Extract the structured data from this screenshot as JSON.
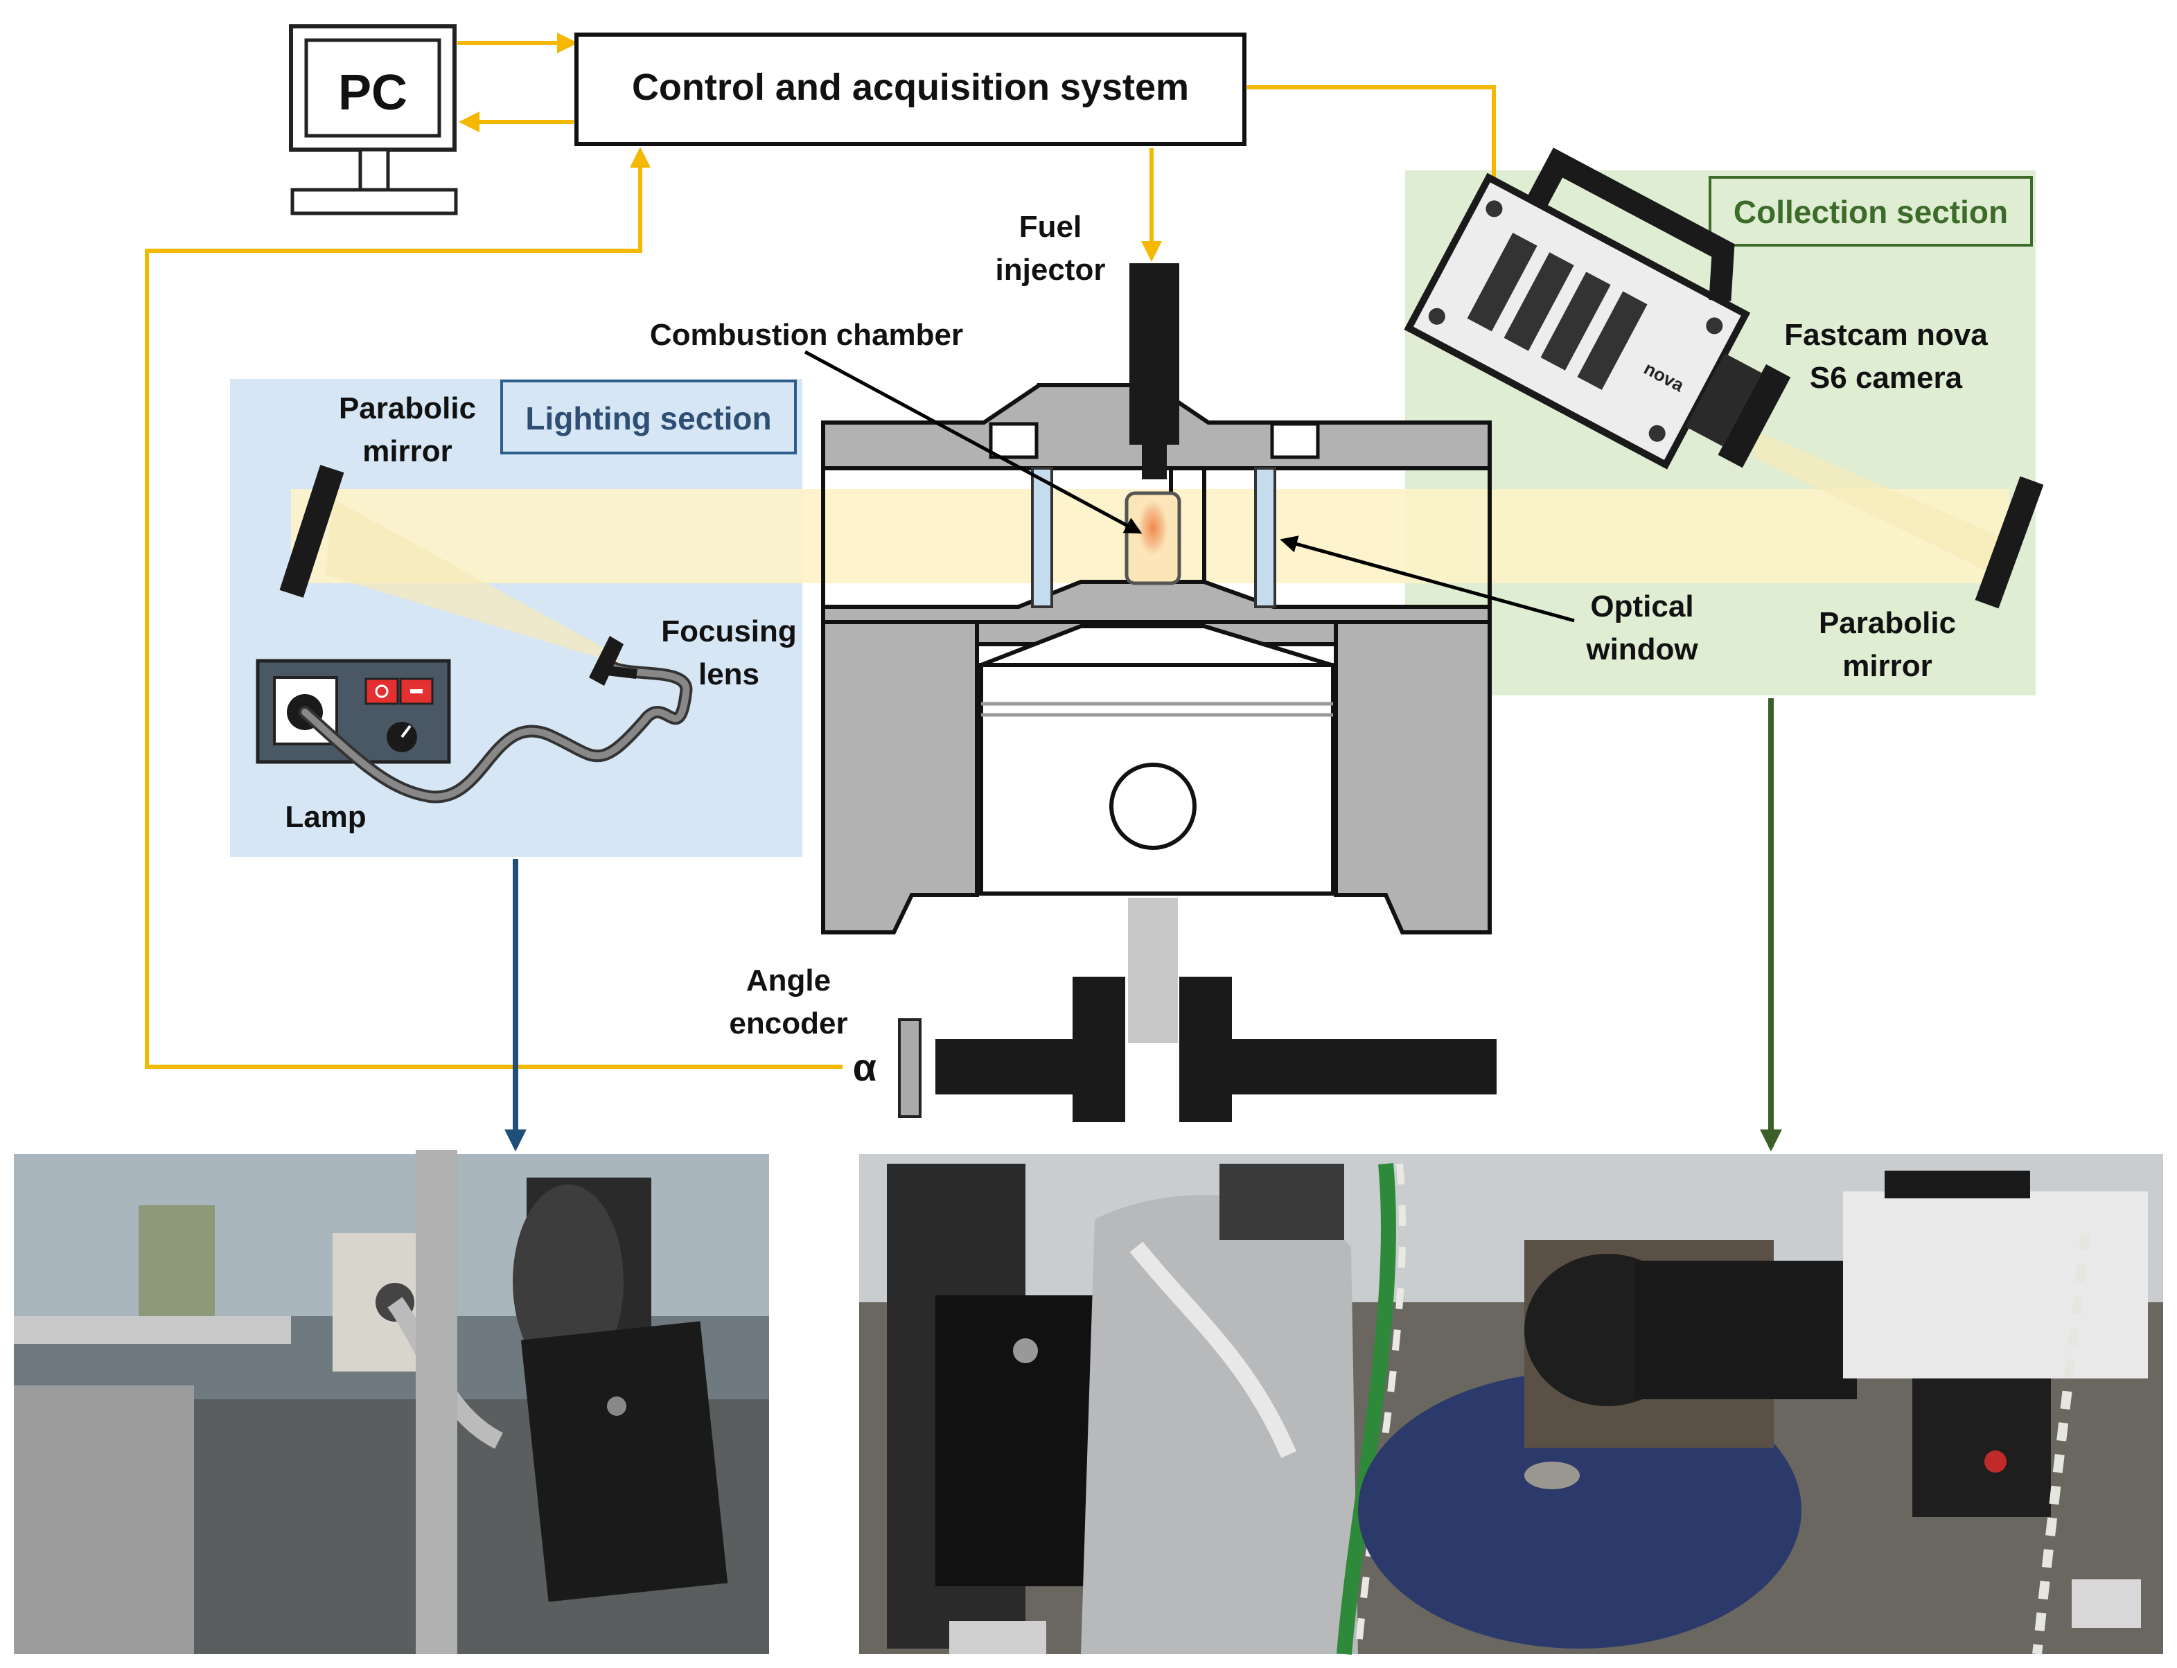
{
  "pc": {
    "label": "PC"
  },
  "control": {
    "label": "Control and acquisition system"
  },
  "sections": {
    "lighting": "Lighting section",
    "collection": "Collection section"
  },
  "labels": {
    "fuel_injector_1": "Fuel",
    "fuel_injector_2": "injector",
    "combustion_chamber": "Combustion chamber",
    "parabolic_mirror_left_1": "Parabolic",
    "parabolic_mirror_left_2": "mirror",
    "focusing_lens_1": "Focusing",
    "focusing_lens_2": "lens",
    "lamp": "Lamp",
    "camera_1": "Fastcam nova",
    "camera_2": "S6 camera",
    "camera_brand": "nova",
    "optical_window_1": "Optical",
    "optical_window_2": "window",
    "parabolic_mirror_right_1": "Parabolic",
    "parabolic_mirror_right_2": "mirror",
    "angle_encoder_1": "Angle",
    "angle_encoder_2": "encoder",
    "alpha": "α"
  },
  "colors": {
    "signal_line": "#f5b800",
    "lighting_bg": "#d6e6f4",
    "lighting_border": "#2e5d8a",
    "lighting_text": "#2e4f73",
    "collection_bg": "#dfedd3",
    "collection_border": "#3d6b2a",
    "collection_text": "#3d6b2a",
    "lighting_arrow": "#1f4e79",
    "collection_arrow": "#3c5f28",
    "engine_gray": "#b2b2b2",
    "beam": "#fdf3c8"
  },
  "icons": [
    "pc-monitor-icon",
    "camera-icon",
    "lamp-icon",
    "focusing-lens-icon",
    "parabolic-mirror-icon",
    "angle-encoder-icon"
  ]
}
